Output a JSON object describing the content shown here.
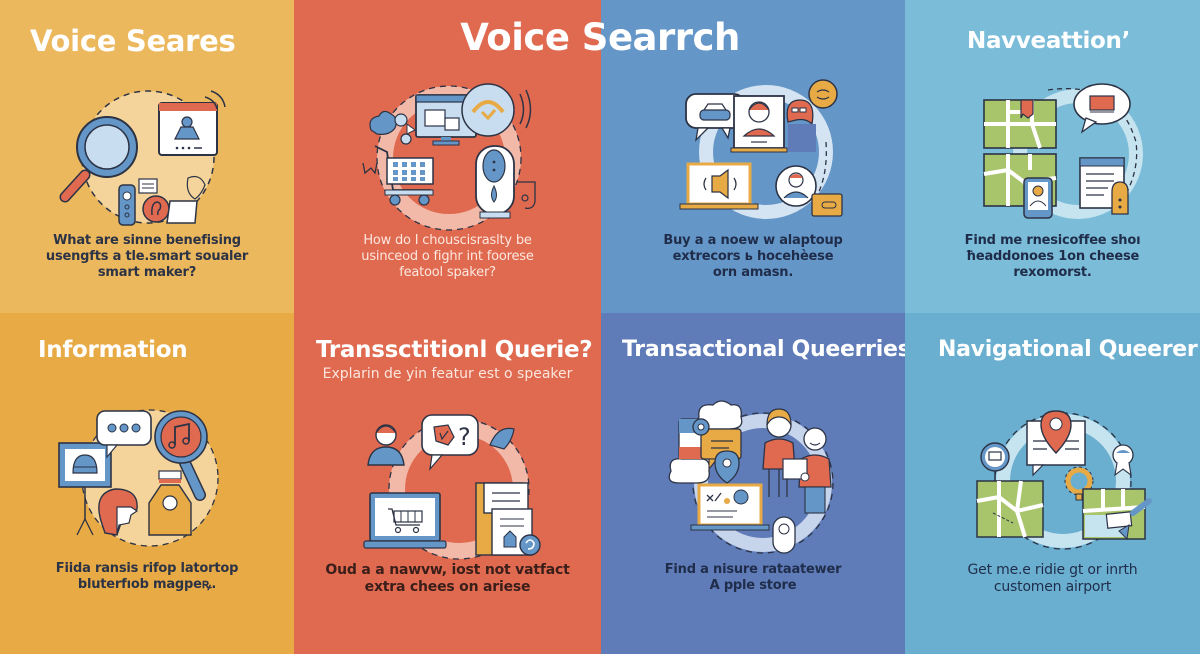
{
  "main_title": "Voice Searrch",
  "colors": {
    "orange_top": "#ECB85E",
    "orange_bottom": "#E8AA45",
    "red": "#E06A50",
    "blue_top": "#6596C8",
    "blue_bottom": "#5F7BB8",
    "sky_top": "#7BBCD9",
    "sky_bottom": "#6BAFD0",
    "ink": "#2C3345",
    "white": "#FFFFFF"
  },
  "panels": {
    "top": [
      {
        "title": "Voice Seares",
        "caption": [
          "What are sinne benefising",
          "usengfts a tle.smart soualer",
          "smart maker?"
        ],
        "icons": [
          "magnifier-icon",
          "video-call-window-icon",
          "remote-control-icon",
          "ear-icon",
          "document-icon",
          "folder-icon",
          "sound-wave-icon"
        ]
      },
      {
        "title": "",
        "caption": [
          "How do I chouscisraslty be",
          "usinceod o fighr int foorese",
          "featool spaker?"
        ],
        "icons": [
          "cloud-icon",
          "monitor-icon",
          "voice-assistant-badge-icon",
          "shopping-cart-icon",
          "smart-speaker-icon",
          "music-note-icon"
        ]
      },
      {
        "title": "",
        "caption": [
          "Buy a a noew w alaptoup",
          "extrecors ь hocehèese",
          "orn amasn."
        ],
        "icons": [
          "car-chat-bubble-icon",
          "profile-board-icon",
          "woman-avatar-icon",
          "smiley-badge-icon",
          "laptop-speaker-icon",
          "user-avatar-icon",
          "wallet-icon"
        ]
      },
      {
        "title": "Navveattion’",
        "caption": [
          "Find me  rnesicoffee  shoı",
          "ħeaddonoes 1on cheese",
          "rexomorst."
        ],
        "icons": [
          "city-map-icon",
          "location-tag-icon",
          "chat-bubble-icon",
          "phone-user-icon",
          "document-icon",
          "lock-tag-icon"
        ]
      }
    ],
    "bottom": [
      {
        "title": "Information",
        "caption": [
          "Fiida ransis rifop latortop",
          "bluterfıob magpeꝶ."
        ],
        "icons": [
          "presentation-screen-icon",
          "chat-dots-icon",
          "music-magnifier-icon",
          "person-head-icon",
          "money-bag-icon"
        ]
      },
      {
        "title": "Transsctitionl Querie?",
        "subtitle": "Explarin de yin featur est o speaker",
        "caption": [
          "Oud a a nawvw, iost not vatfact",
          "extra chees on ariese"
        ],
        "icons": [
          "user-avatar-icon",
          "question-bubble-icon",
          "bird-icon",
          "laptop-cart-icon",
          "documents-icon",
          "refresh-badge-icon"
        ]
      },
      {
        "title": "Transactional Queerries",
        "caption": [
          "Find a nisure rataatewer",
          "A pple store"
        ],
        "icons": [
          "cloud-icon",
          "chat-card-icon",
          "location-pin-icon",
          "laptop-map-icon",
          "couple-shopping-icon",
          "smart-speaker-icon"
        ]
      },
      {
        "title": "Navigational Queerer",
        "caption": [
          "Get me.e ridie gt or inrth",
          "customen  airport"
        ],
        "icons": [
          "location-pin-card-icon",
          "search-pin-icon",
          "award-badge-icon",
          "map-icon",
          "gear-icon",
          "map-ticket-icon"
        ]
      }
    ]
  }
}
